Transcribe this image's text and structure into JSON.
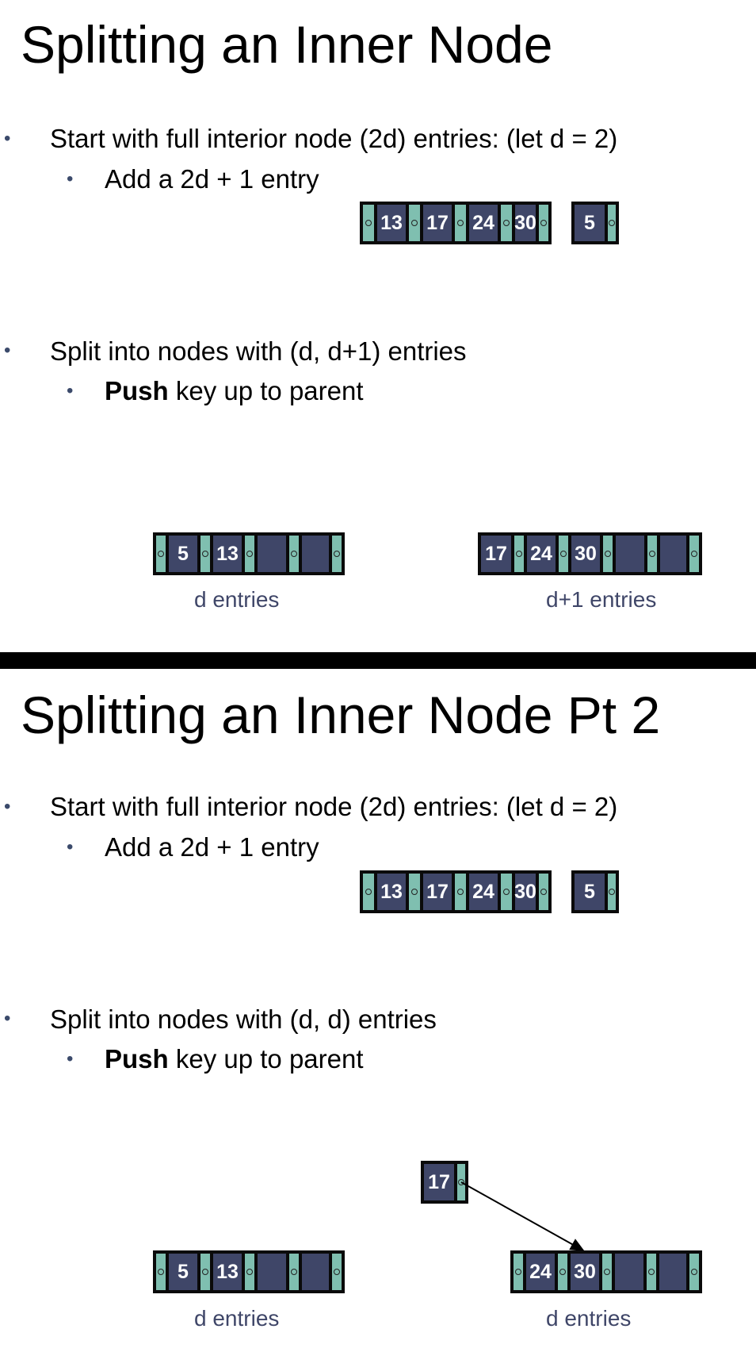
{
  "slide1": {
    "title": "Splitting an Inner Node",
    "bullet1": "Start with full interior node (2d) entries: (let d = 2)",
    "sub1": "Add a 2d + 1 entry",
    "bullet2": "Split into nodes with (d, d+1) entries",
    "sub2_bold": "Push",
    "sub2_rest": " key up to parent",
    "full_node_keys": [
      "13",
      "17",
      "24",
      "30"
    ],
    "new_entry_key": "5",
    "left_node_keys": [
      "5",
      "13"
    ],
    "right_node_keys": [
      "17",
      "24",
      "30"
    ],
    "left_caption": "d entries",
    "right_caption": "d+1 entries"
  },
  "slide2": {
    "title": "Splitting an Inner Node Pt 2",
    "bullet1": "Start with full interior node (2d) entries: (let d = 2)",
    "sub1": "Add a 2d + 1 entry",
    "bullet2": "Split into nodes with (d, d) entries",
    "sub2_bold": "Push",
    "sub2_rest": " key up to parent",
    "full_node_keys": [
      "13",
      "17",
      "24",
      "30"
    ],
    "new_entry_key": "5",
    "pushed_key": "17",
    "left_node_keys": [
      "5",
      "13"
    ],
    "right_node_keys": [
      "24",
      "30"
    ],
    "left_caption": "d entries",
    "right_caption": "d entries"
  },
  "colors": {
    "pointer_slot": "#7fbfb0",
    "key_slot": "#3f4668",
    "node_border": "#0a0a0a",
    "caption": "#3f4668",
    "separator": "#000000"
  }
}
